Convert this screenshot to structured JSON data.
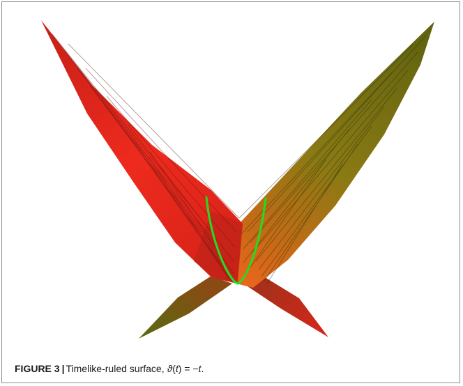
{
  "figure": {
    "label": "FIGURE 3",
    "separator": "|",
    "caption_text": "Timelike-ruled surface, ",
    "caption_theta": "ϑ",
    "caption_open": "(",
    "caption_t1": "t",
    "caption_close": ") = −",
    "caption_t2": "t",
    "caption_end": ".",
    "colors": {
      "left_sheet": "#e4231b",
      "right_sheet": "#6b6a10",
      "curve": "#22dd22",
      "border": "#8a8a8a"
    }
  }
}
